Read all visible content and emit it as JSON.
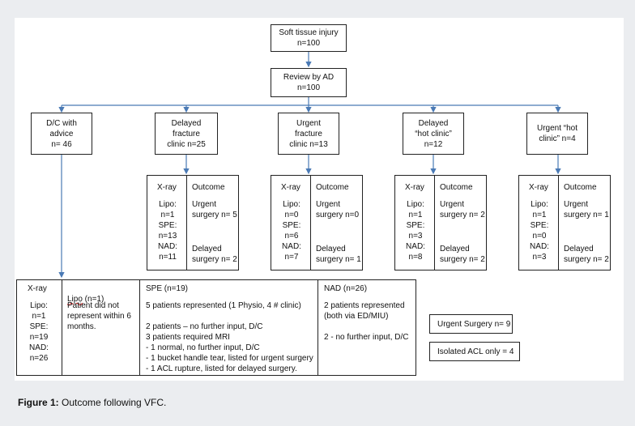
{
  "top_boxes": {
    "soft_tissue": {
      "line1": "Soft tissue injury",
      "line2": "n=100"
    },
    "review": {
      "line1": "Review by AD",
      "line2": "n=100"
    }
  },
  "branches": [
    {
      "lines": [
        "D/C with",
        "advice",
        "n= 46"
      ]
    },
    {
      "lines": [
        "Delayed",
        "fracture",
        "clinic n=25"
      ]
    },
    {
      "lines": [
        "Urgent",
        "fracture",
        "clinic n=13"
      ]
    },
    {
      "lines": [
        "Delayed",
        "“hot clinic”",
        "n=12"
      ]
    },
    {
      "lines": [
        "Urgent “hot",
        "clinic” n=4"
      ]
    }
  ],
  "detail_boxes": [
    {
      "xray_header": "X-ray",
      "outcome_header": "Outcome",
      "xray": "Lipo:\nn=1\nSPE:\nn=13\nNAD:\nn=11",
      "urgent": "Urgent\nsurgery n= 5",
      "delayed": "Delayed\nsurgery n= 2"
    },
    {
      "xray_header": "X-ray",
      "outcome_header": "Outcome",
      "xray": "Lipo:\nn=0\nSPE:\nn=6\nNAD:\nn=7",
      "urgent": "Urgent\nsurgery n=0",
      "delayed": "Delayed\nsurgery n= 1"
    },
    {
      "xray_header": "X-ray",
      "outcome_header": "Outcome",
      "xray": "Lipo:\nn=1\nSPE:\nn=3\nNAD:\nn=8",
      "urgent": "Urgent\nsurgery n= 2",
      "delayed": "Delayed\nsurgery n= 2"
    },
    {
      "xray_header": "X-ray",
      "outcome_header": "Outcome",
      "xray": "Lipo:\nn=1\nSPE:\nn=0\nNAD:\nn=3",
      "urgent": "Urgent\nsurgery n= 1",
      "delayed": "Delayed\nsurgery n= 2"
    }
  ],
  "bottom_table": {
    "xray_header": "X-ray",
    "xray_values": "Lipo:\nn=1\nSPE:\nn=19\nNAD:\nn=26",
    "lipo_header_word": "Lipo",
    "lipo_header_rest": " (n=1)",
    "lipo_text": "Patient did not\nrepresent within 6\nmonths.",
    "spe_header": "SPE (n=19)",
    "spe_text": "5 patients represented (1 Physio, 4 # clinic)\n\n2 patients – no further input, D/C\n3 patients required MRI\n- 1 normal, no further input, D/C\n- 1 bucket handle tear, listed for urgent surgery\n- 1 ACL rupture, listed for delayed surgery.",
    "nad_header": "NAD (n=26)",
    "nad_text": "2 patients represented\n(both via ED/MIU)\n\n2 - no further input, D/C"
  },
  "summary": {
    "urgent_surgery": "Urgent Surgery n= 9",
    "isolated_acl": "Isolated ACL only = 4"
  },
  "caption": {
    "label": "Figure 1:",
    "text": " Outcome following VFC."
  },
  "colors": {
    "arrow": "#4a7ab5",
    "border": "#222222",
    "background": "#ebedf0"
  }
}
